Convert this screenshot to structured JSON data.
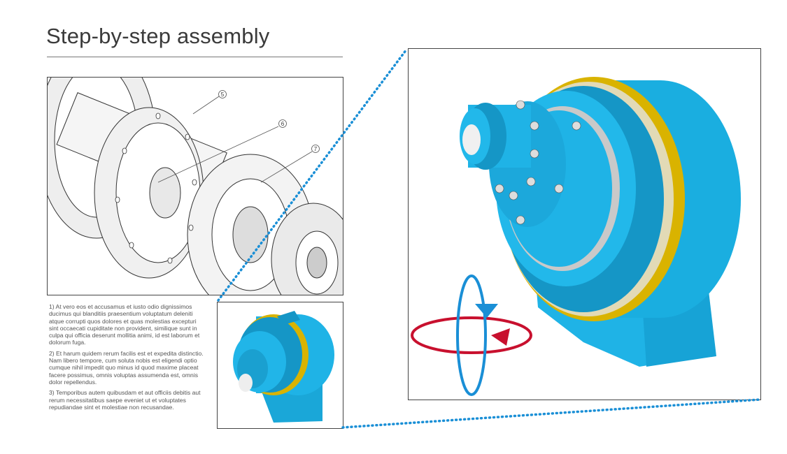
{
  "page": {
    "title": "Step-by-step assembly"
  },
  "drawing": {
    "callouts": [
      "5",
      "6",
      "7"
    ]
  },
  "steps": [
    "1) At vero eos et accusamus et iusto odio dignissimos ducimus qui blanditiis praesentium voluptatum deleniti atque corrupti quos dolores et quas molestias excepturi sint occaecati cupiditate non provident, similique sunt in culpa qui officia deserunt mollitia animi, id est laborum et dolorum fuga.",
    "2) Et harum quidem rerum facilis est et expedita distinctio. Nam libero tempore, cum soluta nobis est eligendi optio cumque nihil impedit quo minus id quod maxime placeat facere possimus, omnis voluptas assumenda est, omnis dolor repellendus.",
    "3) Temporibus autem quibusdam et aut officiis debitis aut rerum necessitatibus saepe eveniet ut et voluptates repudiandae sint et molestiae non recusandae."
  ],
  "colors": {
    "part_blue": "#1fb3e6",
    "ring_yellow": "#d9b300",
    "connector_blue": "#1a8fd6",
    "arrow_red": "#c8102e",
    "arrow_blue": "#1a8fd6"
  }
}
